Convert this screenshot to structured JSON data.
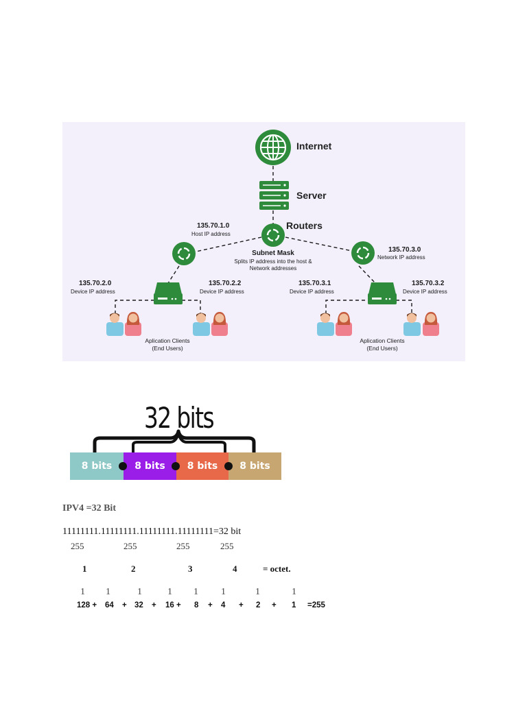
{
  "diagram": {
    "internet": "Internet",
    "server": "Server",
    "routers": "Routers",
    "host_ip": "135.70.1.0",
    "host_ip_caption": "Host IP address",
    "network_ip": "135.70.3.0",
    "network_ip_caption": "Network IP address",
    "subnet_mask_title": "Subnet Mask",
    "subnet_mask_desc_1": "Splits IP address into the host &",
    "subnet_mask_desc_2": "Network addresses",
    "device_caption": "Device IP address",
    "ip_2_0": "135.70.2.0",
    "ip_2_2": "135.70.2.2",
    "ip_3_1": "135.70.3.1",
    "ip_3_2": "135.70.3.2",
    "clients_title": "Aplication Clients",
    "clients_sub": "(End Users)",
    "colors": {
      "green": "#2e8b3c",
      "background": "#f3f0fc"
    }
  },
  "bits": {
    "title": "32 bits",
    "segments": [
      {
        "label": "8 bits",
        "color": "#8fc9c7"
      },
      {
        "label": "8 bits",
        "color": "#9b1de8"
      },
      {
        "label": "8 bits",
        "color": "#e8694a"
      },
      {
        "label": "8 bits",
        "color": "#c7a672"
      }
    ]
  },
  "notes": {
    "ipv4": "IPV4 =32 Bit",
    "binary": "11111111.11111111.11111111.11111111=32 bit",
    "decimal": [
      "255",
      "255",
      "255",
      "255"
    ],
    "octet_numbers": [
      "1",
      "2",
      "3",
      "4"
    ],
    "octet_label": "= octet.",
    "bit_ones": [
      "1",
      "1",
      "1",
      "1",
      "1",
      "1",
      "1",
      "1"
    ],
    "place_values": [
      "128 +",
      "64",
      "+",
      "32",
      "+",
      "16 +",
      "8",
      "+",
      "4",
      "+",
      "2",
      "+",
      "1",
      "=255"
    ]
  }
}
